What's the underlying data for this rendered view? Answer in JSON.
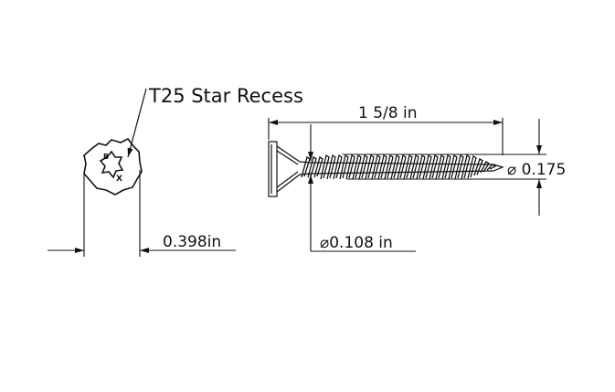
{
  "drawing": {
    "recess_label": "T25 Star Recess",
    "head_diameter": "0.398in",
    "length": "1 5/8 in",
    "shank_diameter": "⌀0.108 in",
    "thread_diameter": "⌀ 0.175",
    "head_marks": [
      "B",
      "X"
    ]
  }
}
